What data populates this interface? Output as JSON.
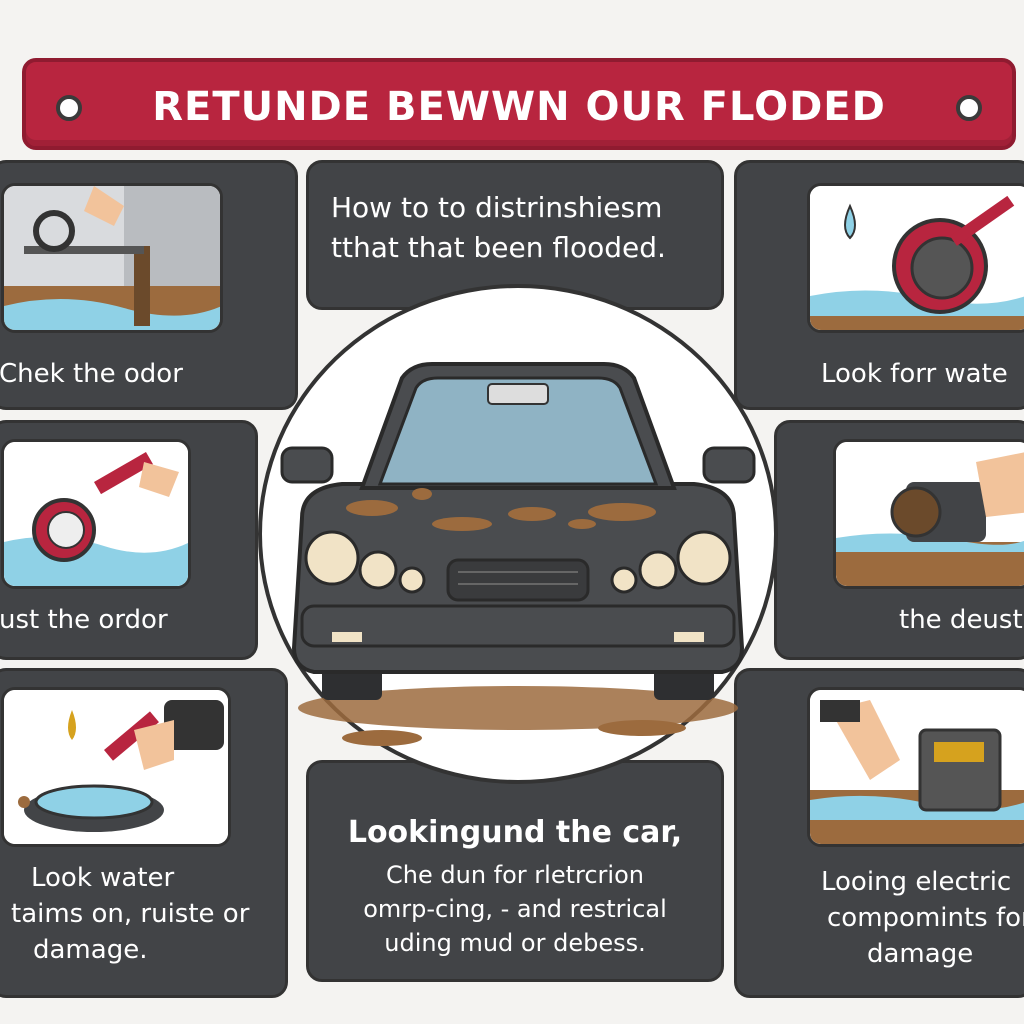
{
  "banner": {
    "title": "RETUNDE BEWWN OUR FLODED"
  },
  "intro": {
    "line1": "How to to distrinshiesm",
    "line2": "tthat that been flooded."
  },
  "left": [
    {
      "label": "Chek the odor"
    },
    {
      "label": "ust the ordor"
    },
    {
      "label_lines": [
        "Look water",
        "taims on, ruiste or",
        "damage."
      ]
    }
  ],
  "right": [
    {
      "label": "Look forr wate"
    },
    {
      "label": "the deust"
    },
    {
      "label_lines": [
        "Looing electric",
        "compomints for",
        "damage"
      ]
    }
  ],
  "bottom": {
    "heading": "Lookingund the car,",
    "lines": [
      "Che dun for rletrcrion",
      "omrp-cing, - and restrical",
      "uding mud or debess."
    ]
  },
  "colors": {
    "banner": "#b8253f",
    "panel": "#424447",
    "mud": "#9c6b3e",
    "water": "#8fd1e6"
  }
}
